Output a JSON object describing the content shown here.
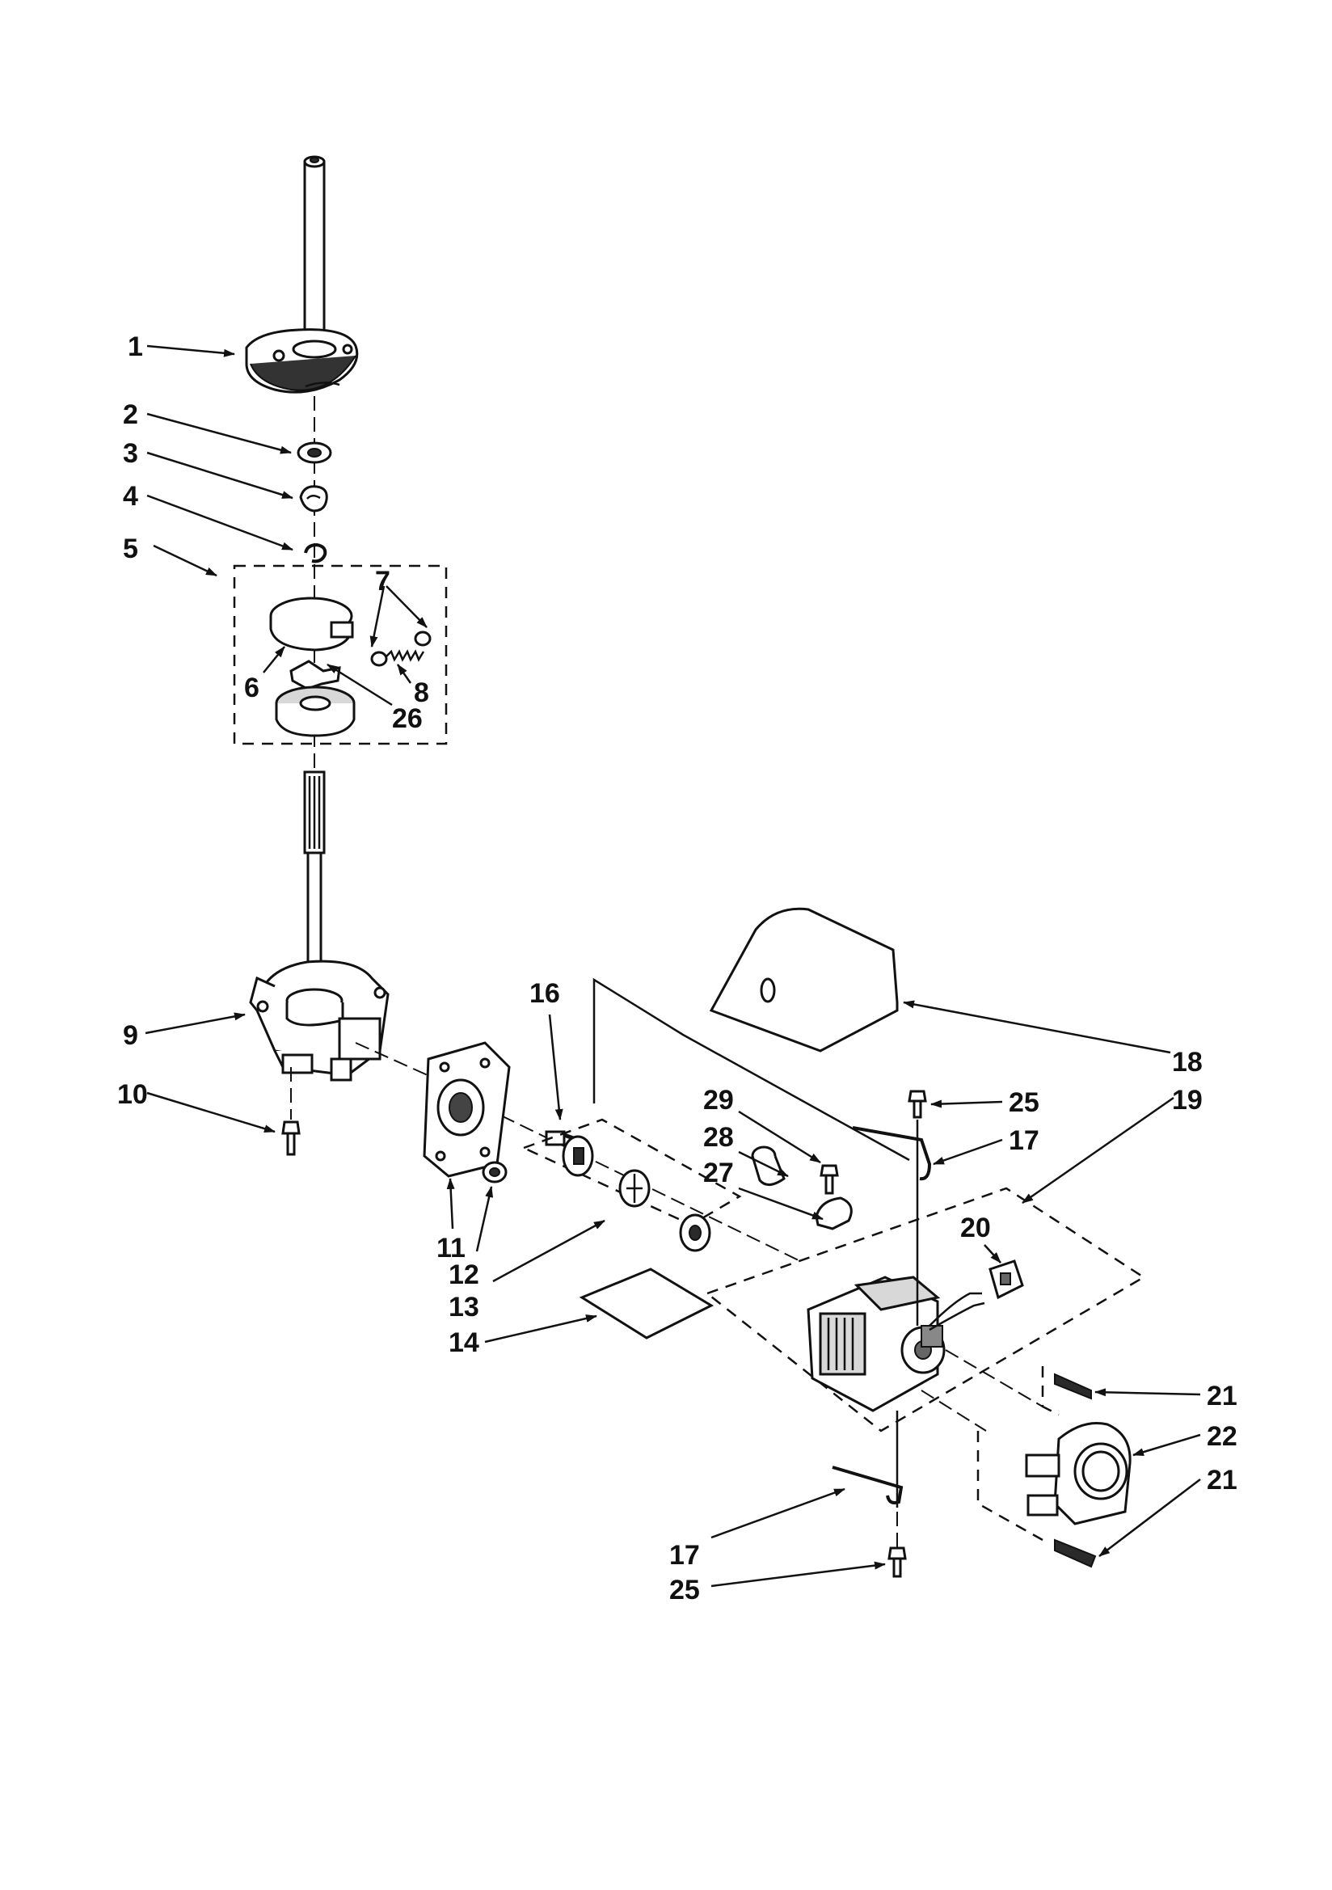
{
  "diagram": {
    "type": "exploded-parts-diagram",
    "colors": {
      "line": "#111111",
      "background": "#ffffff"
    },
    "callouts": [
      {
        "id": "c1",
        "label": "1"
      },
      {
        "id": "c2",
        "label": "2"
      },
      {
        "id": "c3",
        "label": "3"
      },
      {
        "id": "c4",
        "label": "4"
      },
      {
        "id": "c5",
        "label": "5"
      },
      {
        "id": "c6",
        "label": "6"
      },
      {
        "id": "c7",
        "label": "7"
      },
      {
        "id": "c8",
        "label": "8"
      },
      {
        "id": "c26",
        "label": "26"
      },
      {
        "id": "c9",
        "label": "9"
      },
      {
        "id": "c10",
        "label": "10"
      },
      {
        "id": "c16",
        "label": "16"
      },
      {
        "id": "c11",
        "label": "11"
      },
      {
        "id": "c12",
        "label": "12"
      },
      {
        "id": "c13",
        "label": "13"
      },
      {
        "id": "c14",
        "label": "14"
      },
      {
        "id": "c18",
        "label": "18"
      },
      {
        "id": "c19",
        "label": "19"
      },
      {
        "id": "c29",
        "label": "29"
      },
      {
        "id": "c28",
        "label": "28"
      },
      {
        "id": "c27",
        "label": "27"
      },
      {
        "id": "c25a",
        "label": "25"
      },
      {
        "id": "c17a",
        "label": "17"
      },
      {
        "id": "c20",
        "label": "20"
      },
      {
        "id": "c21a",
        "label": "21"
      },
      {
        "id": "c22",
        "label": "22"
      },
      {
        "id": "c21b",
        "label": "21"
      },
      {
        "id": "c17b",
        "label": "17"
      },
      {
        "id": "c25b",
        "label": "25"
      }
    ]
  }
}
